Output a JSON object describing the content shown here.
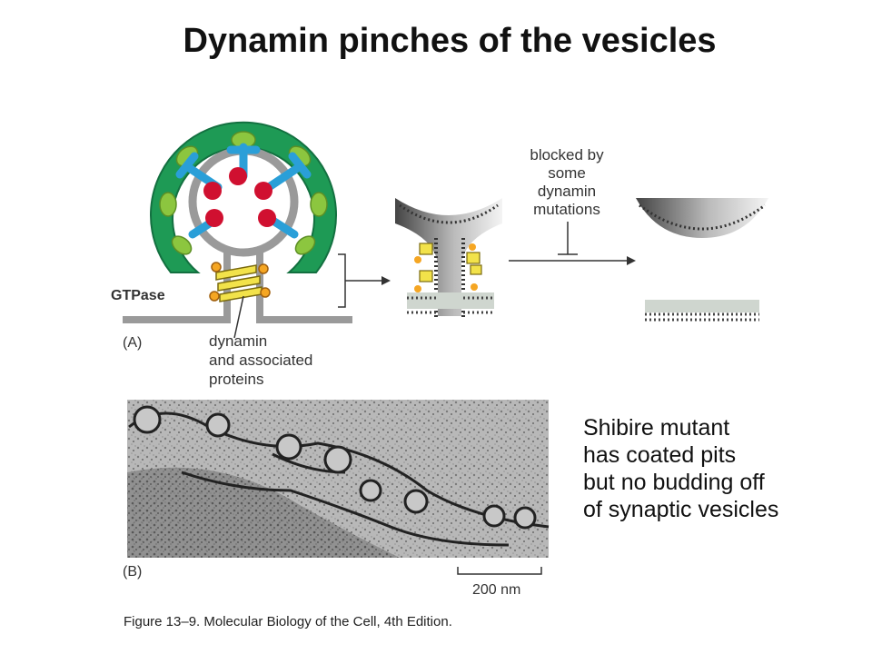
{
  "title": "Dynamin pinches of the vesicles",
  "panel_a": {
    "label": "(A)",
    "gtpase_label": "GTPase",
    "dynamin_label": [
      "dynamin",
      "and associated",
      "proteins"
    ],
    "blocked_label": [
      "blocked by",
      "some",
      "dynamin",
      "mutations"
    ]
  },
  "panel_b": {
    "label": "(B)",
    "scale_bar": "200 nm"
  },
  "note": [
    "Shibire mutant",
    "has coated pits",
    "but no budding off",
    "of synaptic vesicles"
  ],
  "caption": "Figure 13–9. Molecular Biology of the Cell, 4th Edition.",
  "colors": {
    "coat_dark": "#1e9a55",
    "coat_light": "#8cc63f",
    "adaptor": "#2a9fd8",
    "receptor_cargo": "#d01030",
    "membrane": "#9a9a9a",
    "dynamin": "#f2e24a"
  }
}
